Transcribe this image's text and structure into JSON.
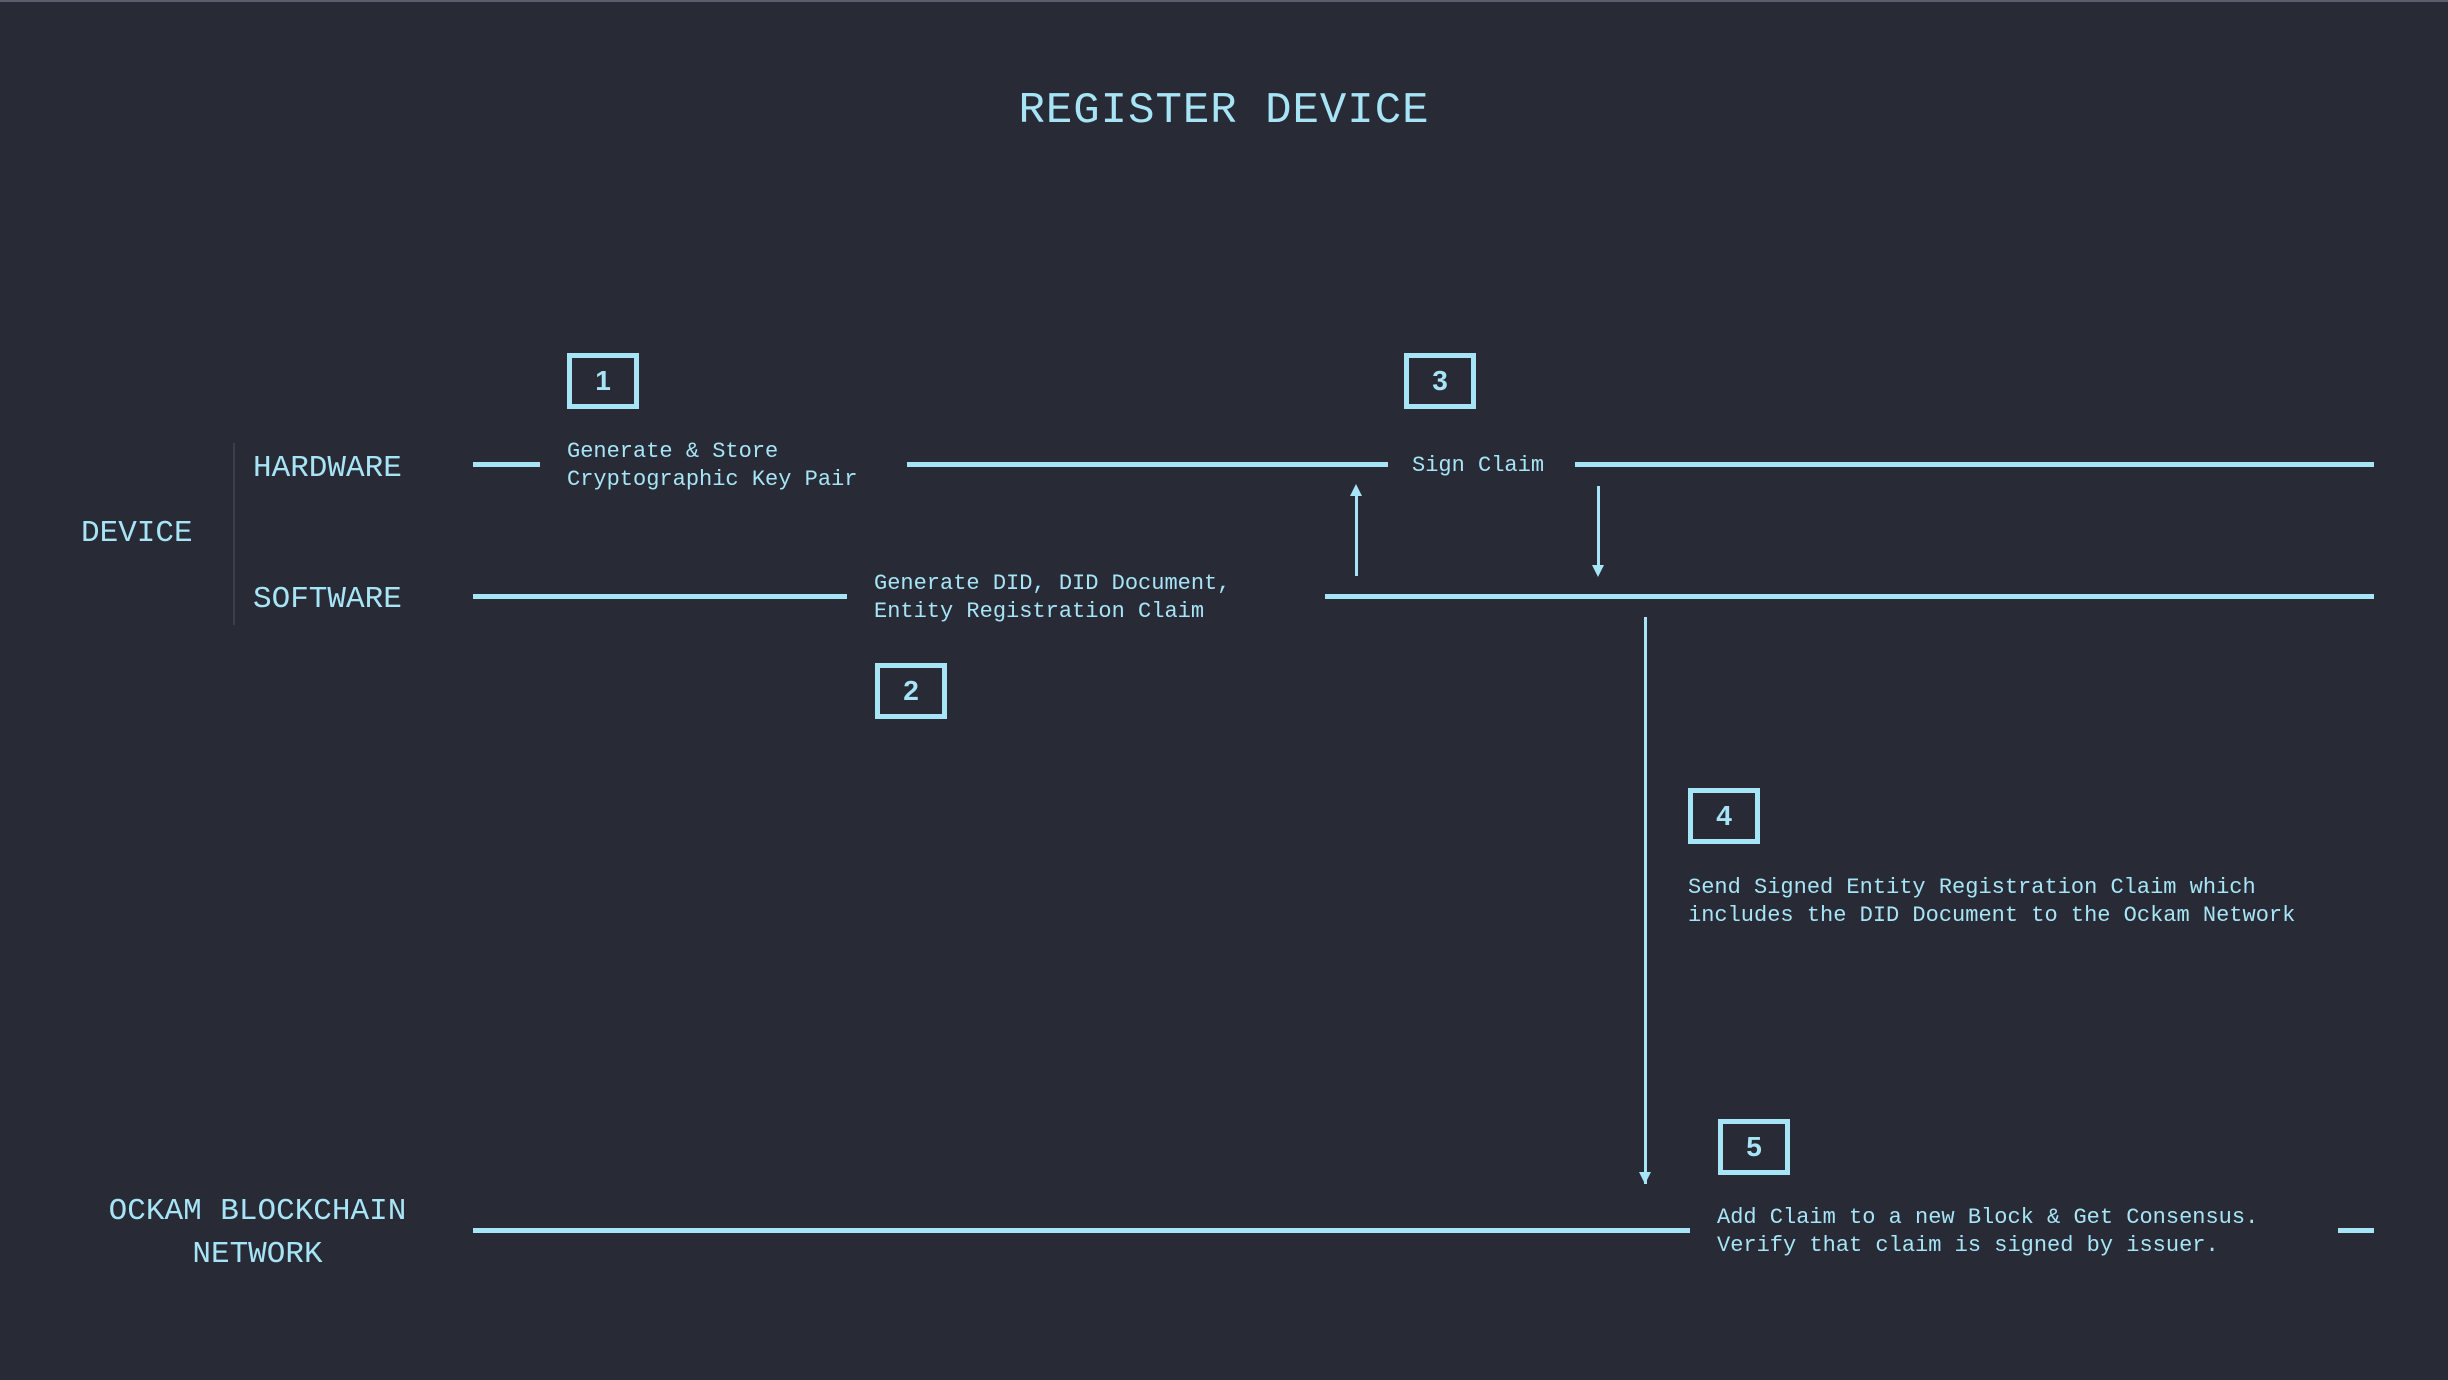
{
  "title": "REGISTER DEVICE",
  "lanes": {
    "device": "DEVICE",
    "hardware": "HARDWARE",
    "software": "SOFTWARE",
    "network_line1": "OCKAM BLOCKCHAIN",
    "network_line2": "NETWORK"
  },
  "steps": [
    {
      "number": "1",
      "text_line1": "Generate & Store",
      "text_line2": "Cryptographic Key Pair"
    },
    {
      "number": "2",
      "text_line1": "Generate DID, DID Document,",
      "text_line2": "Entity Registration Claim"
    },
    {
      "number": "3",
      "text_line1": "Sign Claim",
      "text_line2": ""
    },
    {
      "number": "4",
      "text_line1": "Send Signed Entity Registration Claim which",
      "text_line2": "includes the DID Document to the Ockam Network"
    },
    {
      "number": "5",
      "text_line1": "Add Claim to a new Block & Get Consensus.",
      "text_line2": "Verify that claim is signed by issuer."
    }
  ],
  "colors": {
    "background": "#282b36",
    "accent": "#a6e4f6"
  }
}
